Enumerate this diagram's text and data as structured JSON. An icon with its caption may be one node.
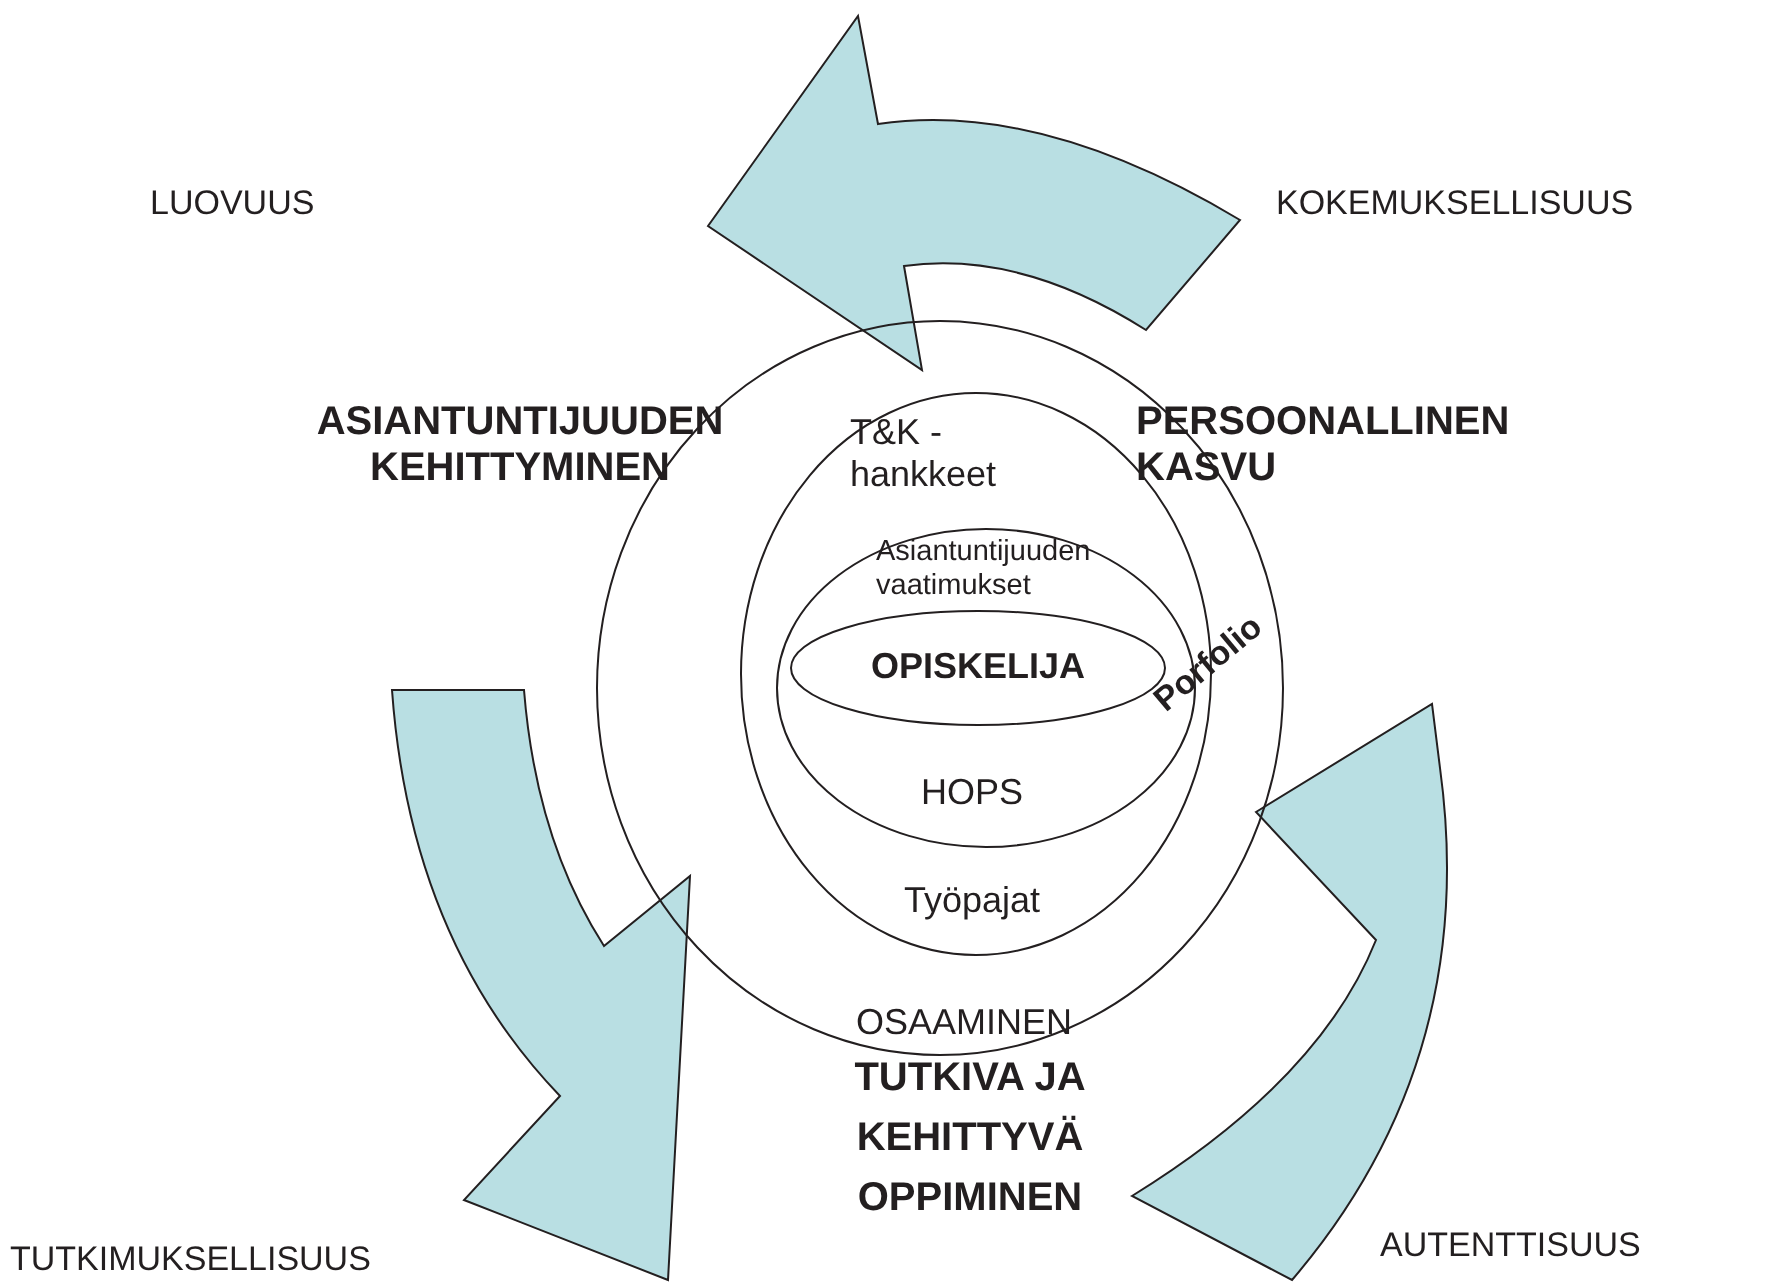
{
  "diagram": {
    "nodes": [
      {
        "text": [
          "OSAAMINEN"
        ]
      },
      {
        "text": [
          "T&K - hankkeet",
          "Työpajat"
        ],
        "in": 0
      },
      {
        "text": [
          "Asiantuntijuuden vaatimukset",
          "HOPS"
        ],
        "in": 1
      },
      {
        "text": [
          "OPISKELIJA"
        ],
        "in": 2
      }
    ],
    "labels": [
      "LUOVUUS",
      "KOKEMUKSELLISUUS",
      "ASIANTUNTIJUUDEN KEHITTYMINEN",
      "PERSOONALLINEN KASVU",
      "Porfolio",
      "TUTKIMUKSELLISUUS",
      "TUTKIVA JA KEHITTYVÄ OPPIMINEN",
      "AUTENTTISUUS"
    ]
  }
}
